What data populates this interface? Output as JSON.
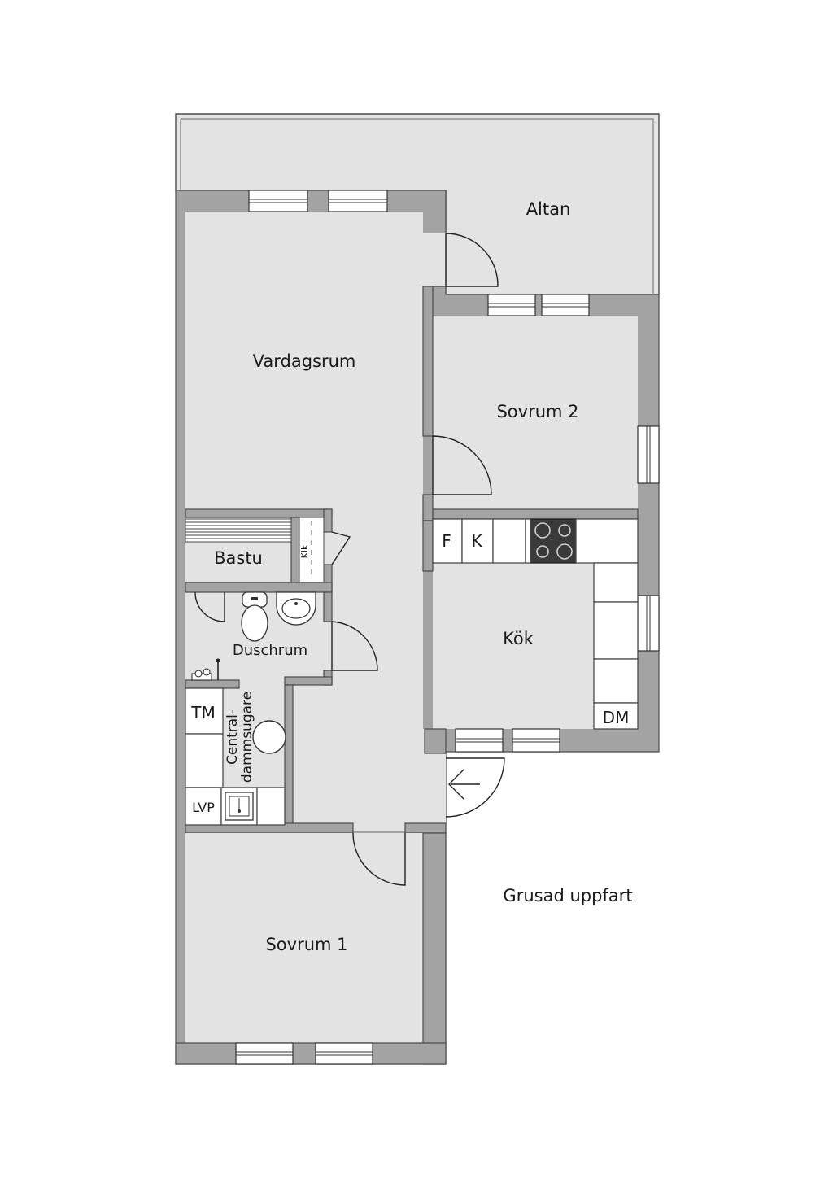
{
  "rooms": {
    "altan": "Altan",
    "vardagsrum": "Vardagsrum",
    "sovrum2": "Sovrum 2",
    "bastu": "Bastu",
    "klk": "Klk",
    "duschrum": "Duschrum",
    "kok": "Kök",
    "sovrum1": "Sovrum 1"
  },
  "appliances": {
    "f": "F",
    "k": "K",
    "dm": "DM",
    "tm": "TM",
    "lvp": "LVP",
    "central_line1": "Central-",
    "central_line2": "dammsugare"
  },
  "outside": {
    "driveway": "Grusad uppfart"
  },
  "colors": {
    "wall": "#a3a3a3",
    "floor": "#e3e3e3",
    "stove": "#3a3a3a"
  }
}
